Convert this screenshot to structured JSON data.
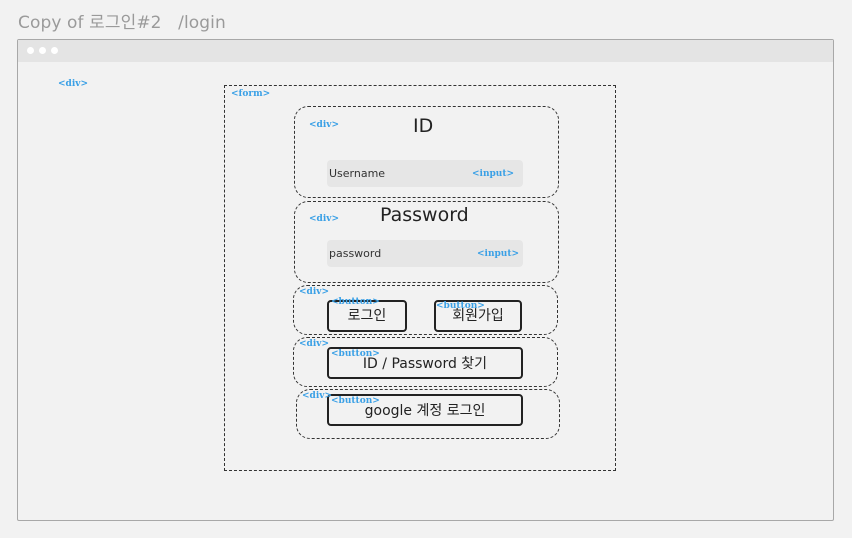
{
  "page": {
    "title": "Copy of 로그인#2",
    "route": "/login"
  },
  "tags": {
    "div": "<div>",
    "form": "<form>",
    "input": "<input>",
    "button": "<button>"
  },
  "form": {
    "id_label": "ID",
    "username_placeholder": "Username",
    "password_label": "Password",
    "password_placeholder": "password",
    "login_button": "로그인",
    "signup_button": "회원가입",
    "find_button": "ID / Password 찾기",
    "google_button": "google 계정 로그인"
  },
  "colors": {
    "tag_label": "#3aa0e6",
    "background": "#f2f2f2",
    "field": "#e6e6e6"
  }
}
